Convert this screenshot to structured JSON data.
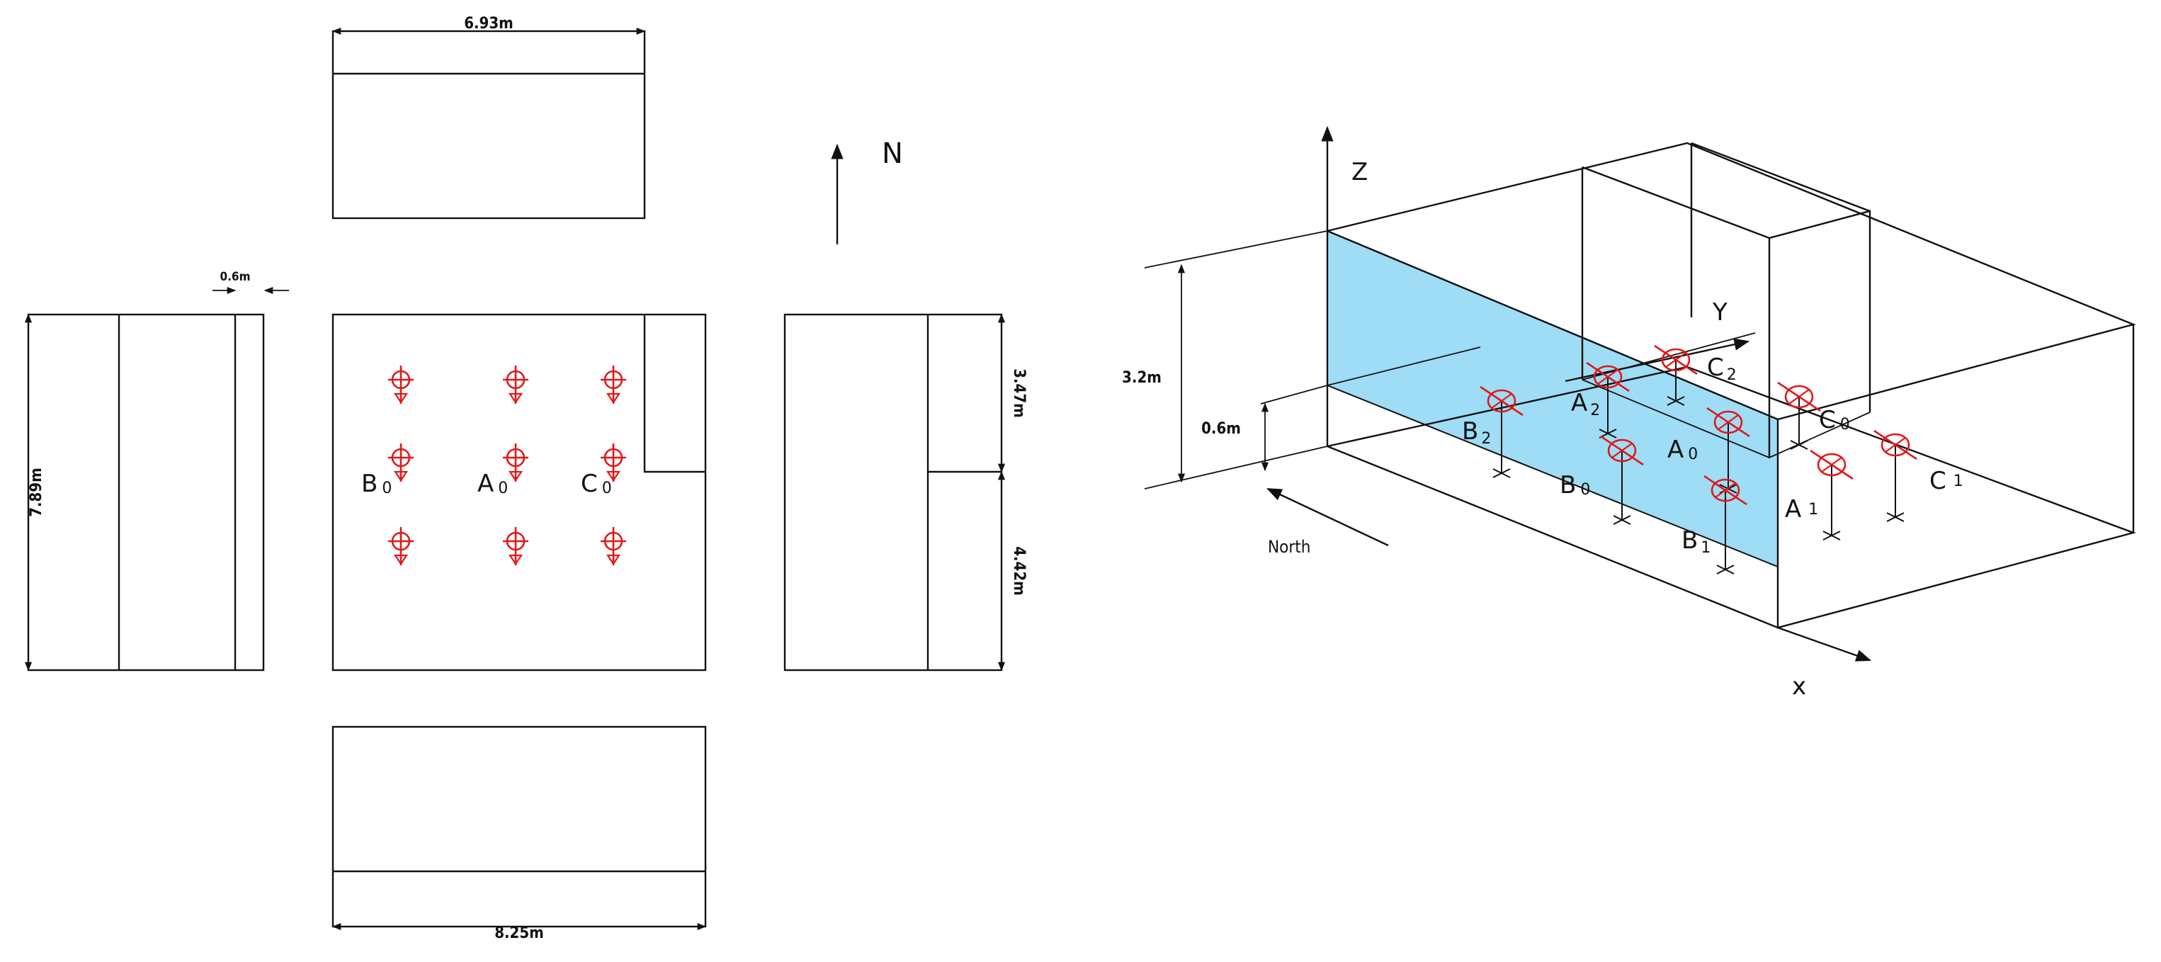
{
  "plan": {
    "dim_top": "6.93m",
    "dim_bottom": "8.25m",
    "dim_left": "7.89m",
    "dim_offset": "0.6m",
    "dim_right_upper": "3.47m",
    "dim_right_lower": "4.42m",
    "north_label": "N",
    "points": [
      {
        "letter": "B",
        "sub": "0"
      },
      {
        "letter": "A",
        "sub": "0"
      },
      {
        "letter": "C",
        "sub": "0"
      }
    ]
  },
  "iso": {
    "axis_x": "x",
    "axis_y": "Y",
    "axis_z": "Z",
    "height_dim": "3.2m",
    "work_plane_dim": "0.6m",
    "north_label": "North",
    "points": [
      {
        "letter": "B",
        "sub": "2"
      },
      {
        "letter": "A",
        "sub": "2"
      },
      {
        "letter": "C",
        "sub": "2"
      },
      {
        "letter": "B",
        "sub": "0"
      },
      {
        "letter": "A",
        "sub": "0"
      },
      {
        "letter": "C",
        "sub": "0"
      },
      {
        "letter": "B",
        "sub": "1"
      },
      {
        "letter": "A",
        "sub": "1"
      },
      {
        "letter": "C",
        "sub": "1"
      }
    ]
  },
  "colors": {
    "line": "#111111",
    "sensor": "#e01818",
    "window_fill": "#9fdcf5"
  }
}
